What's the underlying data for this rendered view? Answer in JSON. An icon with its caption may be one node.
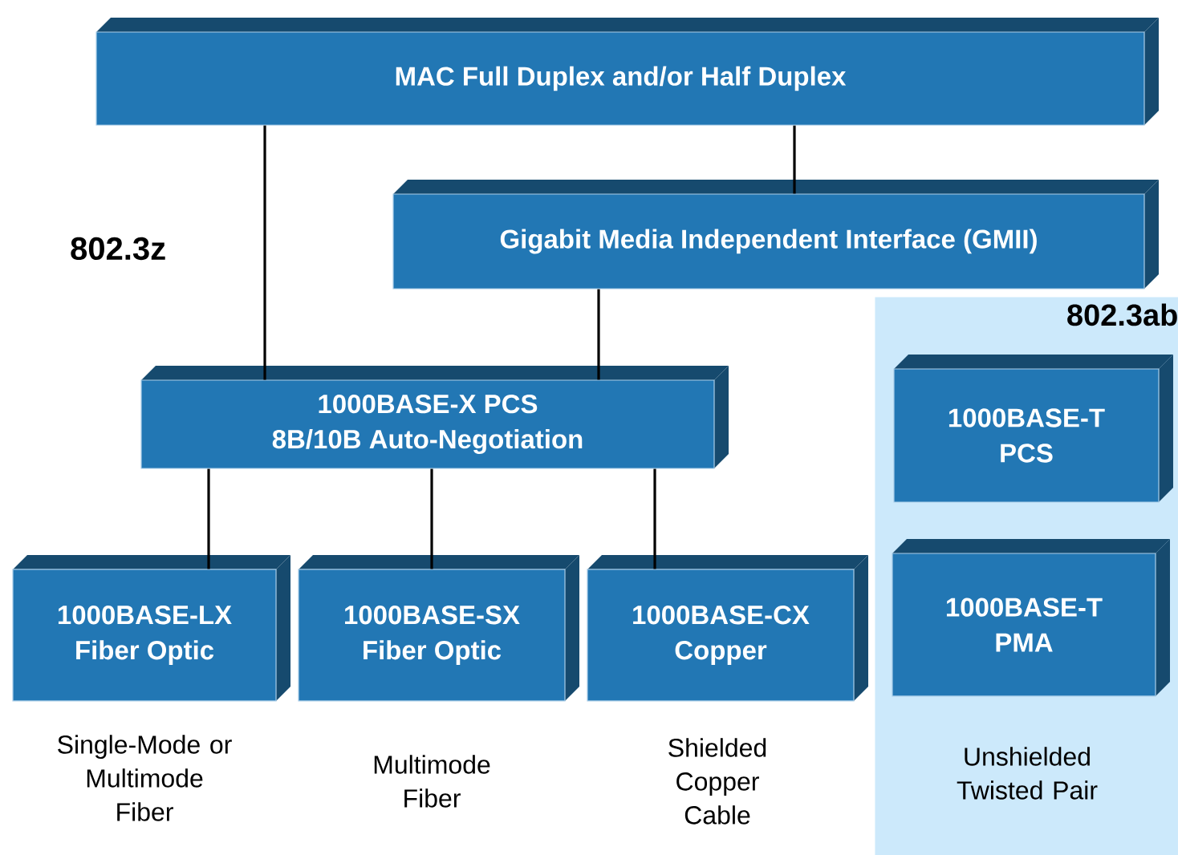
{
  "diagram": {
    "nodes": [
      {
        "text": [
          "MAC Full Duplex and/or Half Duplex"
        ]
      },
      {
        "text": [
          "Gigabit Media Independent Interface (GMII)"
        ]
      },
      {
        "text": [
          "1000BASE-X PCS",
          "8B/10B Auto-Negotiation"
        ]
      },
      {
        "text": [
          "1000BASE-LX",
          "Fiber Optic"
        ],
        "beside": [
          "Single-Mode or Multimode Fiber"
        ]
      },
      {
        "text": [
          "1000BASE-SX",
          "Fiber Optic"
        ],
        "beside": [
          "Multimode Fiber"
        ]
      },
      {
        "text": [
          "1000BASE-CX",
          "Copper"
        ],
        "beside": [
          "Shielded Copper Cable"
        ]
      },
      {
        "text": [
          "802.3ab"
        ]
      },
      {
        "text": [
          "1000BASE-T",
          "PCS"
        ],
        "in": 6
      },
      {
        "text": [
          "1000BASE-T",
          "PMA"
        ],
        "in": 6,
        "beside": [
          "Unshielded Twisted Pair"
        ]
      }
    ],
    "edges": [
      {
        "from": 0,
        "to": 2,
        "arrow": "none"
      },
      {
        "from": 0,
        "to": 1,
        "arrow": "none"
      },
      {
        "from": 1,
        "to": 2,
        "arrow": "none"
      },
      {
        "from": 2,
        "to": 3,
        "arrow": "none"
      },
      {
        "from": 2,
        "to": 4,
        "arrow": "none"
      },
      {
        "from": 2,
        "to": 5,
        "arrow": "none"
      }
    ],
    "labels": [
      "802.3z"
    ]
  }
}
